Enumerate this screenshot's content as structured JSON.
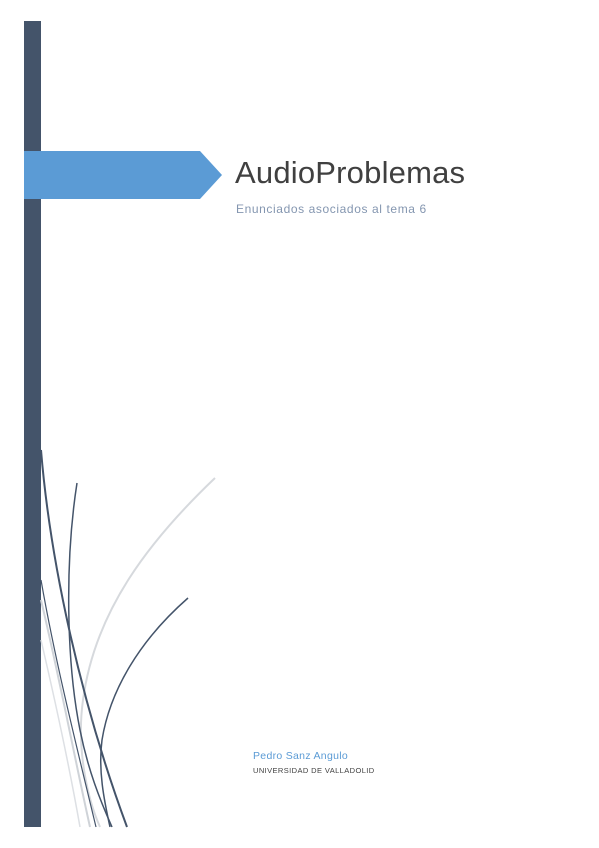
{
  "document": {
    "title": "AudioProblemas",
    "subtitle": "Enunciados asociados al tema 6",
    "author": "Pedro Sanz Angulo",
    "organization": "UNIVERSIDAD DE VALLADOLID"
  },
  "colors": {
    "sidebar": "#44546a",
    "banner": "#5b9bd5",
    "title": "#404040",
    "subtitle": "#8496b0",
    "author": "#5b9bd5",
    "curve_dark": "#44546a",
    "curve_light": "#d0d3d8"
  }
}
